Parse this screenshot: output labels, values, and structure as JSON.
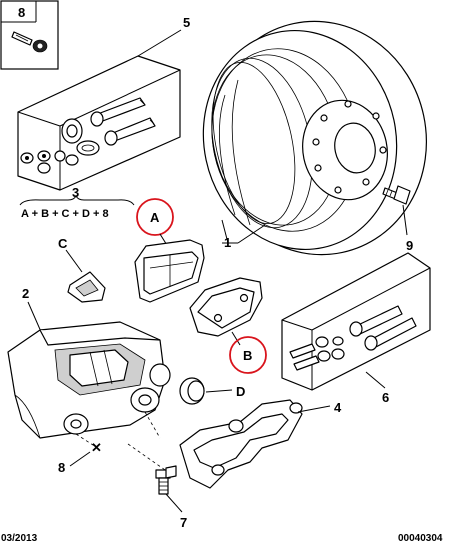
{
  "callouts": {
    "c1": "1",
    "c2": "2",
    "c3": "3",
    "c4": "4",
    "c5": "5",
    "c6": "6",
    "c7": "7",
    "c8a": "8",
    "c8b": "8",
    "c9": "9",
    "cA": "A",
    "cB": "B",
    "cC": "C",
    "cD": "D"
  },
  "formula": "A + B + C + D + 8",
  "footer": {
    "date": "03/2013",
    "ref": "00040304"
  },
  "accent_color": "#d9141c"
}
